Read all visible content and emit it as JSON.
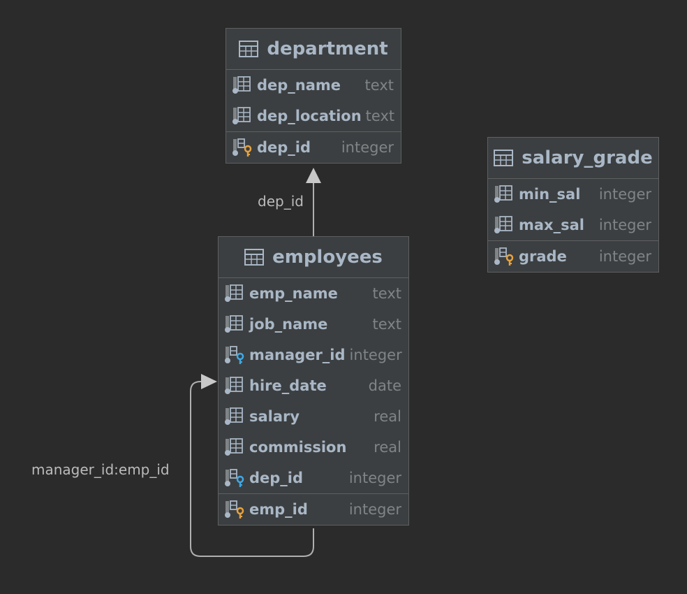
{
  "relations": [
    {
      "label": "dep_id",
      "from": "employees",
      "to": "department"
    },
    {
      "label": "manager_id:emp_id",
      "from": "employees",
      "to": "employees"
    }
  ],
  "department": {
    "title": "department",
    "columns": [
      {
        "name": "dep_name",
        "type": "text",
        "key": "none"
      },
      {
        "name": "dep_location",
        "type": "text",
        "key": "none"
      }
    ],
    "pk": [
      {
        "name": "dep_id",
        "type": "integer",
        "key": "primary"
      }
    ]
  },
  "salary_grade": {
    "title": "salary_grade",
    "columns": [
      {
        "name": "min_sal",
        "type": "integer",
        "key": "none"
      },
      {
        "name": "max_sal",
        "type": "integer",
        "key": "none"
      }
    ],
    "pk": [
      {
        "name": "grade",
        "type": "integer",
        "key": "primary"
      }
    ]
  },
  "employees": {
    "title": "employees",
    "columns": [
      {
        "name": "emp_name",
        "type": "text",
        "key": "none"
      },
      {
        "name": "job_name",
        "type": "text",
        "key": "none"
      },
      {
        "name": "manager_id",
        "type": "integer",
        "key": "foreign"
      },
      {
        "name": "hire_date",
        "type": "date",
        "key": "none"
      },
      {
        "name": "salary",
        "type": "real",
        "key": "none"
      },
      {
        "name": "commission",
        "type": "real",
        "key": "none"
      },
      {
        "name": "dep_id",
        "type": "integer",
        "key": "foreign"
      }
    ],
    "pk": [
      {
        "name": "emp_id",
        "type": "integer",
        "key": "primary"
      }
    ]
  },
  "colors": {
    "background": "#2b2b2b",
    "entity_fill": "#3c3f41",
    "border": "#5e6060",
    "title_text": "#a9b7c6",
    "type_text": "#7f8487",
    "primary_key": "#e8a33d",
    "foreign_key": "#3fa9e6",
    "connector": "#b0b0b0"
  }
}
